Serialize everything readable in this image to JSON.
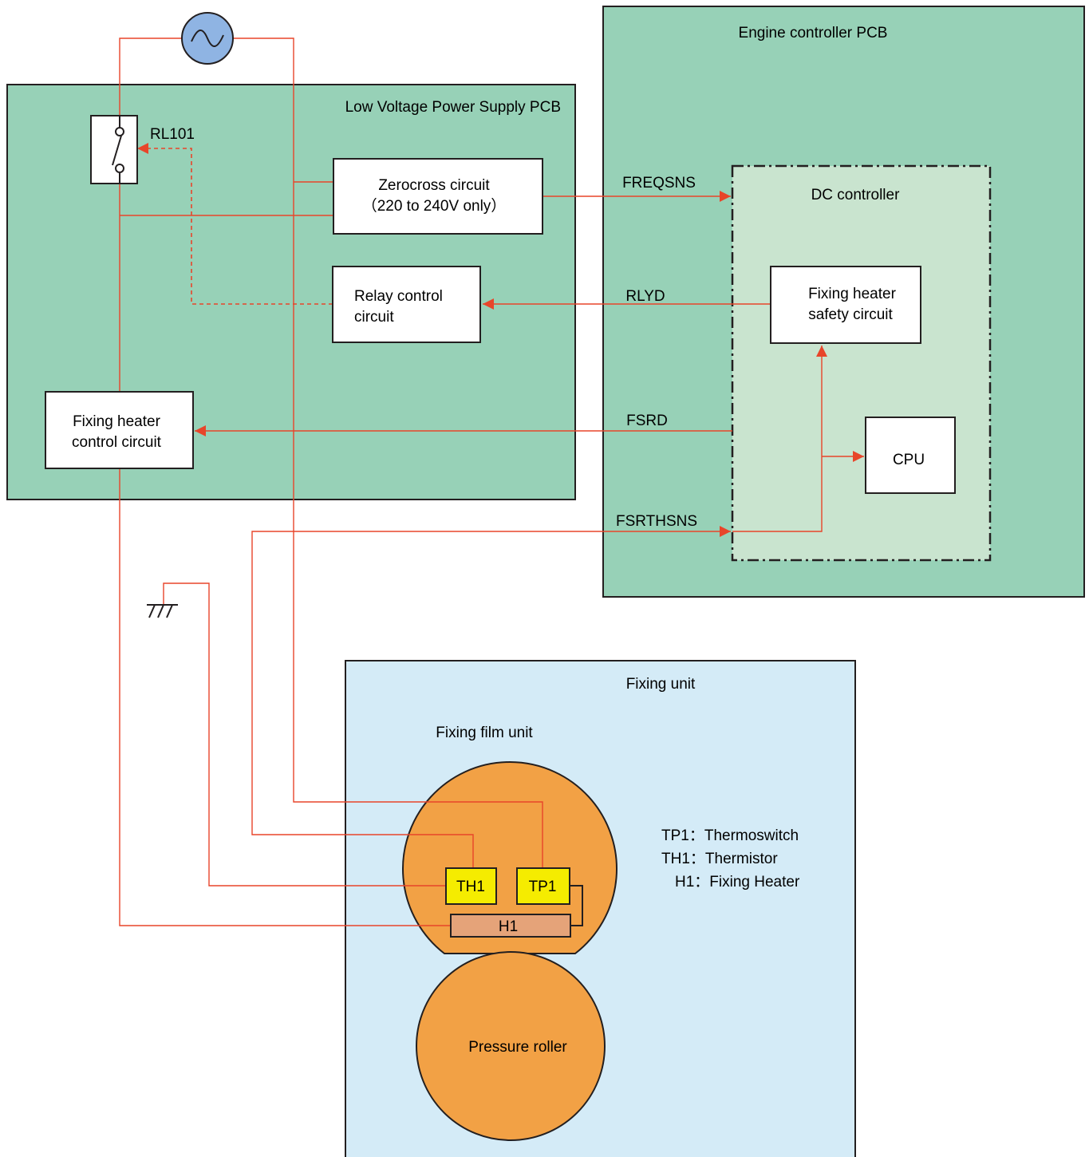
{
  "colors": {
    "pcb_green": "#97d1b7",
    "dc_light_green": "#c9e4cf",
    "fixing_unit_blue": "#d4ebf7",
    "roller_orange": "#f2a145",
    "heater_tan": "#e5a379",
    "sensor_yellow": "#f5ec00",
    "ac_source_blue": "#8fb4e3",
    "wire_red": "#e8452a"
  },
  "panels": {
    "engine_controller": "Engine controller PCB",
    "low_voltage": "Low Voltage Power Supply PCB",
    "dc_controller": "DC controller",
    "fixing_unit": "Fixing unit",
    "fixing_film_unit": "Fixing film unit"
  },
  "components": {
    "relay": "RL101",
    "zerocross_line1": "Zerocross circuit",
    "zerocross_line2": "（220 to 240V only）",
    "relay_control_line1": "Relay control",
    "relay_control_line2": "circuit",
    "heater_control_line1": "Fixing heater",
    "heater_control_line2": "control circuit",
    "safety_line1": "Fixing heater",
    "safety_line2": "safety circuit",
    "cpu": "CPU",
    "th1": "TH1",
    "tp1": "TP1",
    "h1": "H1",
    "pressure_roller": "Pressure roller"
  },
  "signals": {
    "freqsns": "FREQSNS",
    "rlyd": "RLYD",
    "fsrd": "FSRD",
    "fsrthsns": "FSRTHSNS"
  },
  "legend": {
    "tp1": "TP1：Thermoswitch",
    "th1": "TH1：Thermistor",
    "h1": "H1：Fixing Heater"
  },
  "icons": {
    "ac_source": "ac-source-icon",
    "ground": "ground-icon",
    "relay_switch": "relay-switch-icon"
  }
}
